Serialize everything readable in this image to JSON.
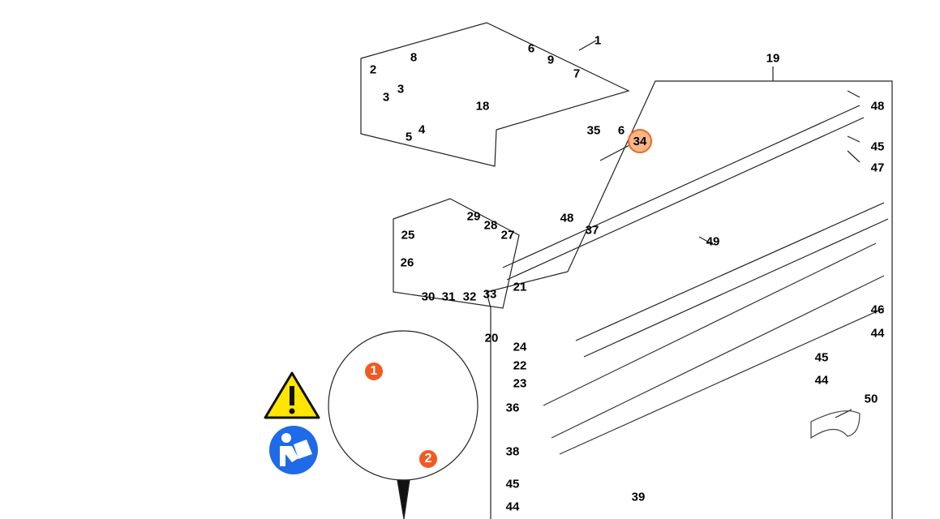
{
  "diagram": {
    "title": "Exploded parts diagram - hedge trimmer gear head and cutter blade",
    "highlight_color": "#f7b58a",
    "highlight_border": "#e86a1f",
    "callouts": [
      {
        "id": "c1",
        "text": "1"
      },
      {
        "id": "c2",
        "text": "2"
      },
      {
        "id": "c3a",
        "text": "3"
      },
      {
        "id": "c3b",
        "text": "3"
      },
      {
        "id": "c4",
        "text": "4"
      },
      {
        "id": "c5",
        "text": "5"
      },
      {
        "id": "c6a",
        "text": "6"
      },
      {
        "id": "c6b",
        "text": "6"
      },
      {
        "id": "c7",
        "text": "7"
      },
      {
        "id": "c8",
        "text": "8"
      },
      {
        "id": "c9",
        "text": "9"
      },
      {
        "id": "c18",
        "text": "18"
      },
      {
        "id": "c19",
        "text": "19"
      },
      {
        "id": "c20",
        "text": "20"
      },
      {
        "id": "c21",
        "text": "21"
      },
      {
        "id": "c22",
        "text": "22"
      },
      {
        "id": "c23",
        "text": "23"
      },
      {
        "id": "c24",
        "text": "24"
      },
      {
        "id": "c25",
        "text": "25"
      },
      {
        "id": "c26",
        "text": "26"
      },
      {
        "id": "c27",
        "text": "27"
      },
      {
        "id": "c28",
        "text": "28"
      },
      {
        "id": "c29",
        "text": "29"
      },
      {
        "id": "c30",
        "text": "30"
      },
      {
        "id": "c31",
        "text": "31"
      },
      {
        "id": "c32",
        "text": "32"
      },
      {
        "id": "c33",
        "text": "33"
      },
      {
        "id": "c34",
        "text": "34",
        "highlighted": true
      },
      {
        "id": "c35",
        "text": "35"
      },
      {
        "id": "c36",
        "text": "36"
      },
      {
        "id": "c37",
        "text": "37"
      },
      {
        "id": "c38",
        "text": "38"
      },
      {
        "id": "c39",
        "text": "39"
      },
      {
        "id": "c44a",
        "text": "44"
      },
      {
        "id": "c44b",
        "text": "44"
      },
      {
        "id": "c44c",
        "text": "44"
      },
      {
        "id": "c45a",
        "text": "45"
      },
      {
        "id": "c45b",
        "text": "45"
      },
      {
        "id": "c45c",
        "text": "45"
      },
      {
        "id": "c46",
        "text": "46"
      },
      {
        "id": "c47",
        "text": "47"
      },
      {
        "id": "c48a",
        "text": "48"
      },
      {
        "id": "c48b",
        "text": "48"
      },
      {
        "id": "c49",
        "text": "49"
      },
      {
        "id": "c50",
        "text": "50"
      }
    ],
    "detail_inset": {
      "step_1": "1",
      "step_2": "2",
      "step_color": "#f15a22"
    },
    "safety_icons": [
      {
        "name": "warning-triangle-icon",
        "color": "#ffe500"
      },
      {
        "name": "read-manual-icon",
        "color": "#1e6ae8"
      }
    ]
  }
}
